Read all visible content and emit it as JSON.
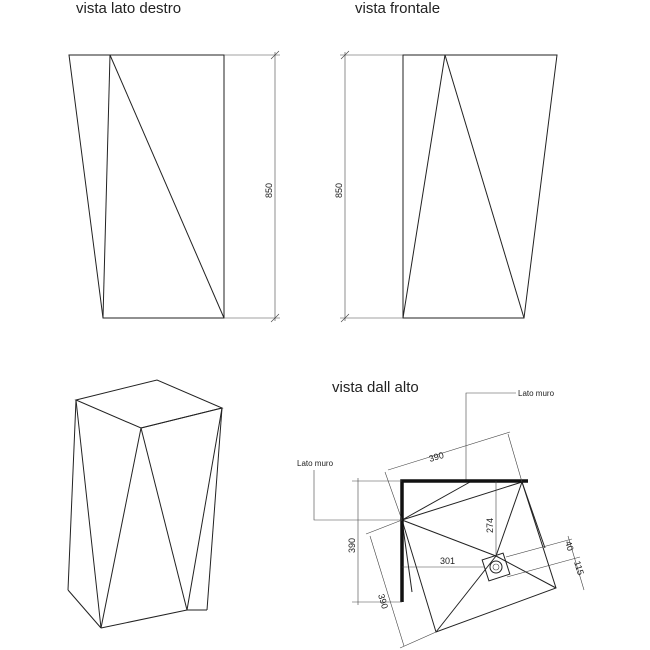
{
  "views": {
    "right_side": {
      "title": "vista lato destro",
      "height_dim": "850"
    },
    "front": {
      "title": "vista frontale",
      "height_dim": "850"
    },
    "top": {
      "title": "vista dall alto",
      "wall_label_top": "Lato muro",
      "wall_label_left": "Lato muro",
      "dim_top_edge": "390",
      "dim_left_height": "390",
      "dim_diag_left": "390",
      "dim_drain_y": "274",
      "dim_drain_x": "301",
      "dim_drain_size": "40",
      "dim_drain_offset": "115"
    }
  },
  "colors": {
    "line": "#222222",
    "wall": "#111111",
    "background": "#ffffff"
  }
}
